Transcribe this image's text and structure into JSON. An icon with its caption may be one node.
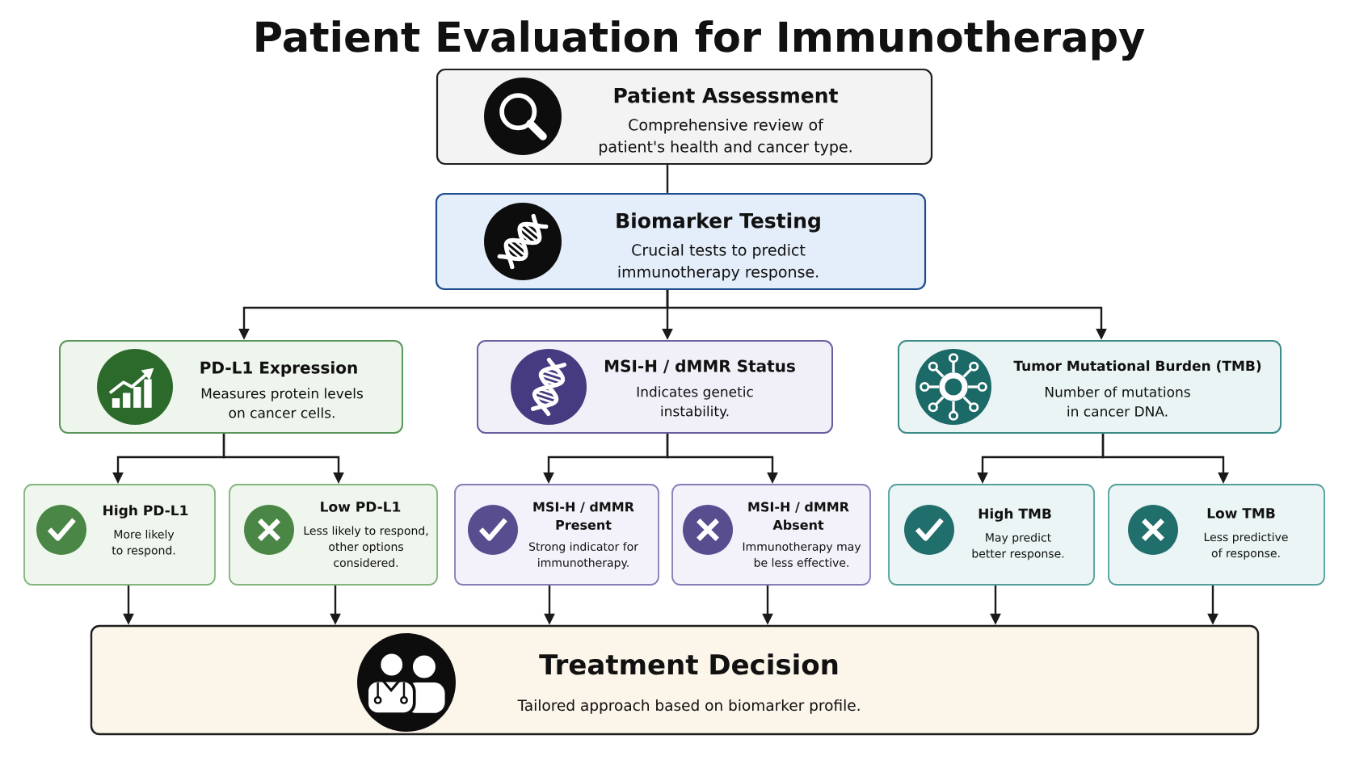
{
  "diagram": {
    "title": "Patient Evaluation for Immunotherapy",
    "nodes": [
      {
        "text": [
          "Patient Assessment",
          "Comprehensive review of patient's health and cancer type."
        ]
      },
      {
        "text": [
          "Biomarker Testing",
          "Crucial tests to predict immunotherapy response."
        ]
      },
      {
        "text": [
          "PD-L1 Expression",
          "Measures protein levels on cancer cells."
        ]
      },
      {
        "text": [
          "MSI-H / dMMR Status",
          "Indicates genetic instability."
        ]
      },
      {
        "text": [
          "Tumor Mutational Burden (TMB)",
          "Number of mutations in cancer DNA."
        ]
      },
      {
        "text": [
          "High PD-L1",
          "More likely to respond."
        ]
      },
      {
        "text": [
          "Low PD-L1",
          "Less likely to respond, other options considered."
        ]
      },
      {
        "text": [
          "MSI-H / dMMR Present",
          "Strong indicator for immunotherapy."
        ]
      },
      {
        "text": [
          "MSI-H / dMMR Absent",
          "Immunotherapy may be less effective."
        ]
      },
      {
        "text": [
          "High TMB",
          "May predict better response."
        ]
      },
      {
        "text": [
          "Low TMB",
          "Less predictive of response."
        ]
      },
      {
        "text": [
          "Treatment Decision",
          "Tailored approach based on biomarker profile."
        ]
      }
    ],
    "edges": [
      {
        "from": 0,
        "to": 1,
        "arrow": "none"
      },
      {
        "from": 1,
        "to": 2,
        "arrow": "to"
      },
      {
        "from": 1,
        "to": 3,
        "arrow": "to"
      },
      {
        "from": 1,
        "to": 4,
        "arrow": "to"
      },
      {
        "from": 2,
        "to": 5,
        "arrow": "to"
      },
      {
        "from": 2,
        "to": 6,
        "arrow": "to"
      },
      {
        "from": 3,
        "to": 7,
        "arrow": "to"
      },
      {
        "from": 3,
        "to": 8,
        "arrow": "to"
      },
      {
        "from": 4,
        "to": 9,
        "arrow": "to"
      },
      {
        "from": 4,
        "to": 10,
        "arrow": "to"
      },
      {
        "from": 5,
        "to": 11,
        "arrow": "to"
      },
      {
        "from": 6,
        "to": 11,
        "arrow": "to"
      },
      {
        "from": 7,
        "to": 11,
        "arrow": "to"
      },
      {
        "from": 8,
        "to": 11,
        "arrow": "to"
      },
      {
        "from": 9,
        "to": 11,
        "arrow": "to"
      },
      {
        "from": 10,
        "to": 11,
        "arrow": "to"
      }
    ]
  }
}
